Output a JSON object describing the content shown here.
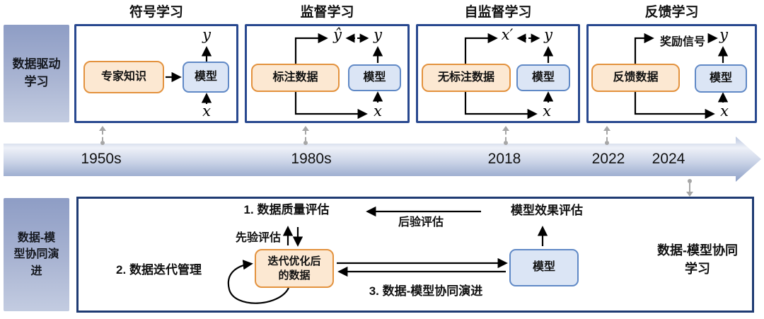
{
  "colors": {
    "panel_border": "#28488f",
    "bottom_border": "#1f3b73",
    "orange_fill": "#fce8d2",
    "orange_border": "#e3923e",
    "blue_fill": "#dbe5f5",
    "blue_border": "#6089c6",
    "side_label_gradient_top": "#8e9dc5",
    "side_label_gradient_bottom": "#c3cce1",
    "timeline_gradient_top": "#eef1f8",
    "timeline_gradient_bottom": "#8da0c7",
    "connector_gray": "#a6a6a6"
  },
  "side_labels": {
    "top": "数据驱动\n学习",
    "bottom": "数据-模\n型协同演\n进"
  },
  "panels": [
    {
      "title": "符号学习",
      "data_box": "专家知识",
      "model_box": "模型",
      "output_label": "y",
      "input_label": "x"
    },
    {
      "title": "监督学习",
      "data_box": "标注数据",
      "model_box": "模型",
      "pred_label": "ŷ",
      "output_label": "y",
      "input_label": "x"
    },
    {
      "title": "自监督学习",
      "data_box": "无标注数据",
      "model_box": "模型",
      "pred_label": "x′",
      "output_label": "y",
      "input_label": "x"
    },
    {
      "title": "反馈学习",
      "data_box": "反馈数据",
      "model_box": "模型",
      "signal_label": "奖励信号",
      "output_label": "y",
      "input_label": "x"
    }
  ],
  "timeline": {
    "years": [
      "1950s",
      "1980s",
      "2018",
      "2022",
      "2024"
    ]
  },
  "bottom_panel": {
    "step1": "1. 数据质量评估",
    "step2": "2. 数据迭代管理",
    "step3": "3. 数据-模型协同演进",
    "prior_label": "先验评估",
    "posterior_label": "后验评估",
    "model_eval_label": "模型效果评估",
    "data_box": "迭代优化后\n的数据",
    "model_box": "模型",
    "caption": "数据-模型协同\n学习"
  }
}
